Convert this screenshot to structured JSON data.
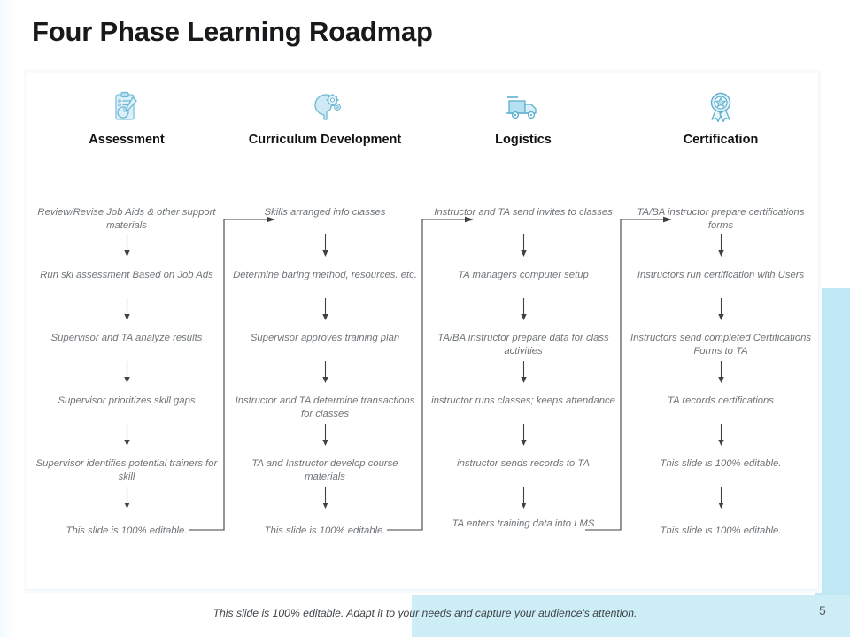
{
  "slide": {
    "title": "Four Phase Learning Roadmap",
    "page_number": "5",
    "footer_note": "This slide is 100% editable. Adapt it to your needs and capture your audience's attention.",
    "accent_color": "#bfe8f4",
    "icon_color": "#9fd4e8",
    "text_color": "#6f7478"
  },
  "columns": [
    {
      "id": "assessment",
      "label": "Assessment",
      "icon": "clipboard-pen-icon",
      "steps": [
        "Review/Revise  Job Aids & other support materials",
        "Run ski assessment Based on Job Ads",
        "Supervisor and TA analyze results",
        "Supervisor prioritizes skill gaps",
        "Supervisor identifies potential trainers for skill",
        "This slide is 100% editable."
      ]
    },
    {
      "id": "curriculum-development",
      "label": "Curriculum Development",
      "icon": "head-gears-icon",
      "steps": [
        "Skills arranged info classes",
        "Determine baring method, resources. etc.",
        "Supervisor approves training plan",
        "Instructor and TA determine transactions for classes",
        "TA and Instructor develop course materials",
        "This slide is 100% editable."
      ]
    },
    {
      "id": "logistics",
      "label": "Logistics",
      "icon": "delivery-truck-icon",
      "steps": [
        "Instructor and TA  send invites to classes",
        "TA managers computer setup",
        "TA/BA instructor prepare data for class activities",
        "instructor runs classes; keeps attendance",
        "instructor sends records to TA",
        "TA enters training data into LMS"
      ]
    },
    {
      "id": "certification",
      "label": "Certification",
      "icon": "award-ribbon-icon",
      "steps": [
        "TA/BA instructor prepare certifications forms",
        "Instructors run certification with Users",
        "Instructors send completed Certifications Forms to TA",
        "TA records certifications",
        "This slide is 100% editable.",
        "This slide is 100% editable."
      ]
    }
  ]
}
